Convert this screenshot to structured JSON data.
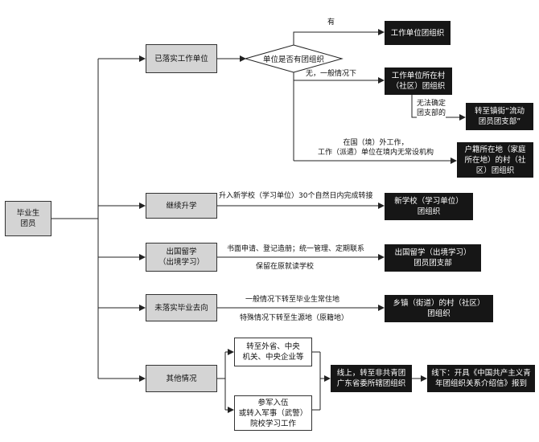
{
  "root": {
    "label": "毕业生\n团员"
  },
  "branches": [
    {
      "label": "已落实工作单位"
    },
    {
      "label": "继续升学"
    },
    {
      "label": "出国留学\n（出境学习）"
    },
    {
      "label": "未落实毕业去向"
    },
    {
      "label": "其他情况"
    }
  ],
  "decision": {
    "label": "单位是否有团组织"
  },
  "targets": {
    "work_unit_org": "工作单位团组织",
    "village_org": "工作单位所在村\n（社区）团组织",
    "floating_branch": "转至镇街“流动\n团员团支部”",
    "household_org": "户籍所在地（家庭\n所在地）的村（社\n区）团组织",
    "new_school_org": "新学校（学习单位）\n团组织",
    "abroad_branch": "出国留学（出境学习）\n团员团支部",
    "township_org": "乡镇（街道）的村（社区）\n团组织",
    "other_central": "转至外省、中央\n机关、中央企业等",
    "other_military": "参军入伍\n或转入军事（武警）\n院校学习工作",
    "online_transfer": "线上，转至非共青团\n广东省委所辖团组织",
    "offline_transfer": "线下：开具《中国共产主义青\n年团组织关系介绍信》报到"
  },
  "edge_labels": {
    "yes": "有",
    "no_general": "无，一般情况下",
    "undetermined": "无法确定\n团支部的",
    "abroad_work": "在国（境）外工作，\n工作（派遣）单位在境内无常设机构",
    "further_study": "升入新学校（学习单位）30个自然日内完成转接",
    "abroad_apply": "书面申请、登记造册；统一管理、定期联系",
    "abroad_keep": "保留在原就读学校",
    "unplaced_general": "一般情况下转至毕业生常住地",
    "unplaced_special": "特殊情况下转至生源地（原籍地）"
  }
}
